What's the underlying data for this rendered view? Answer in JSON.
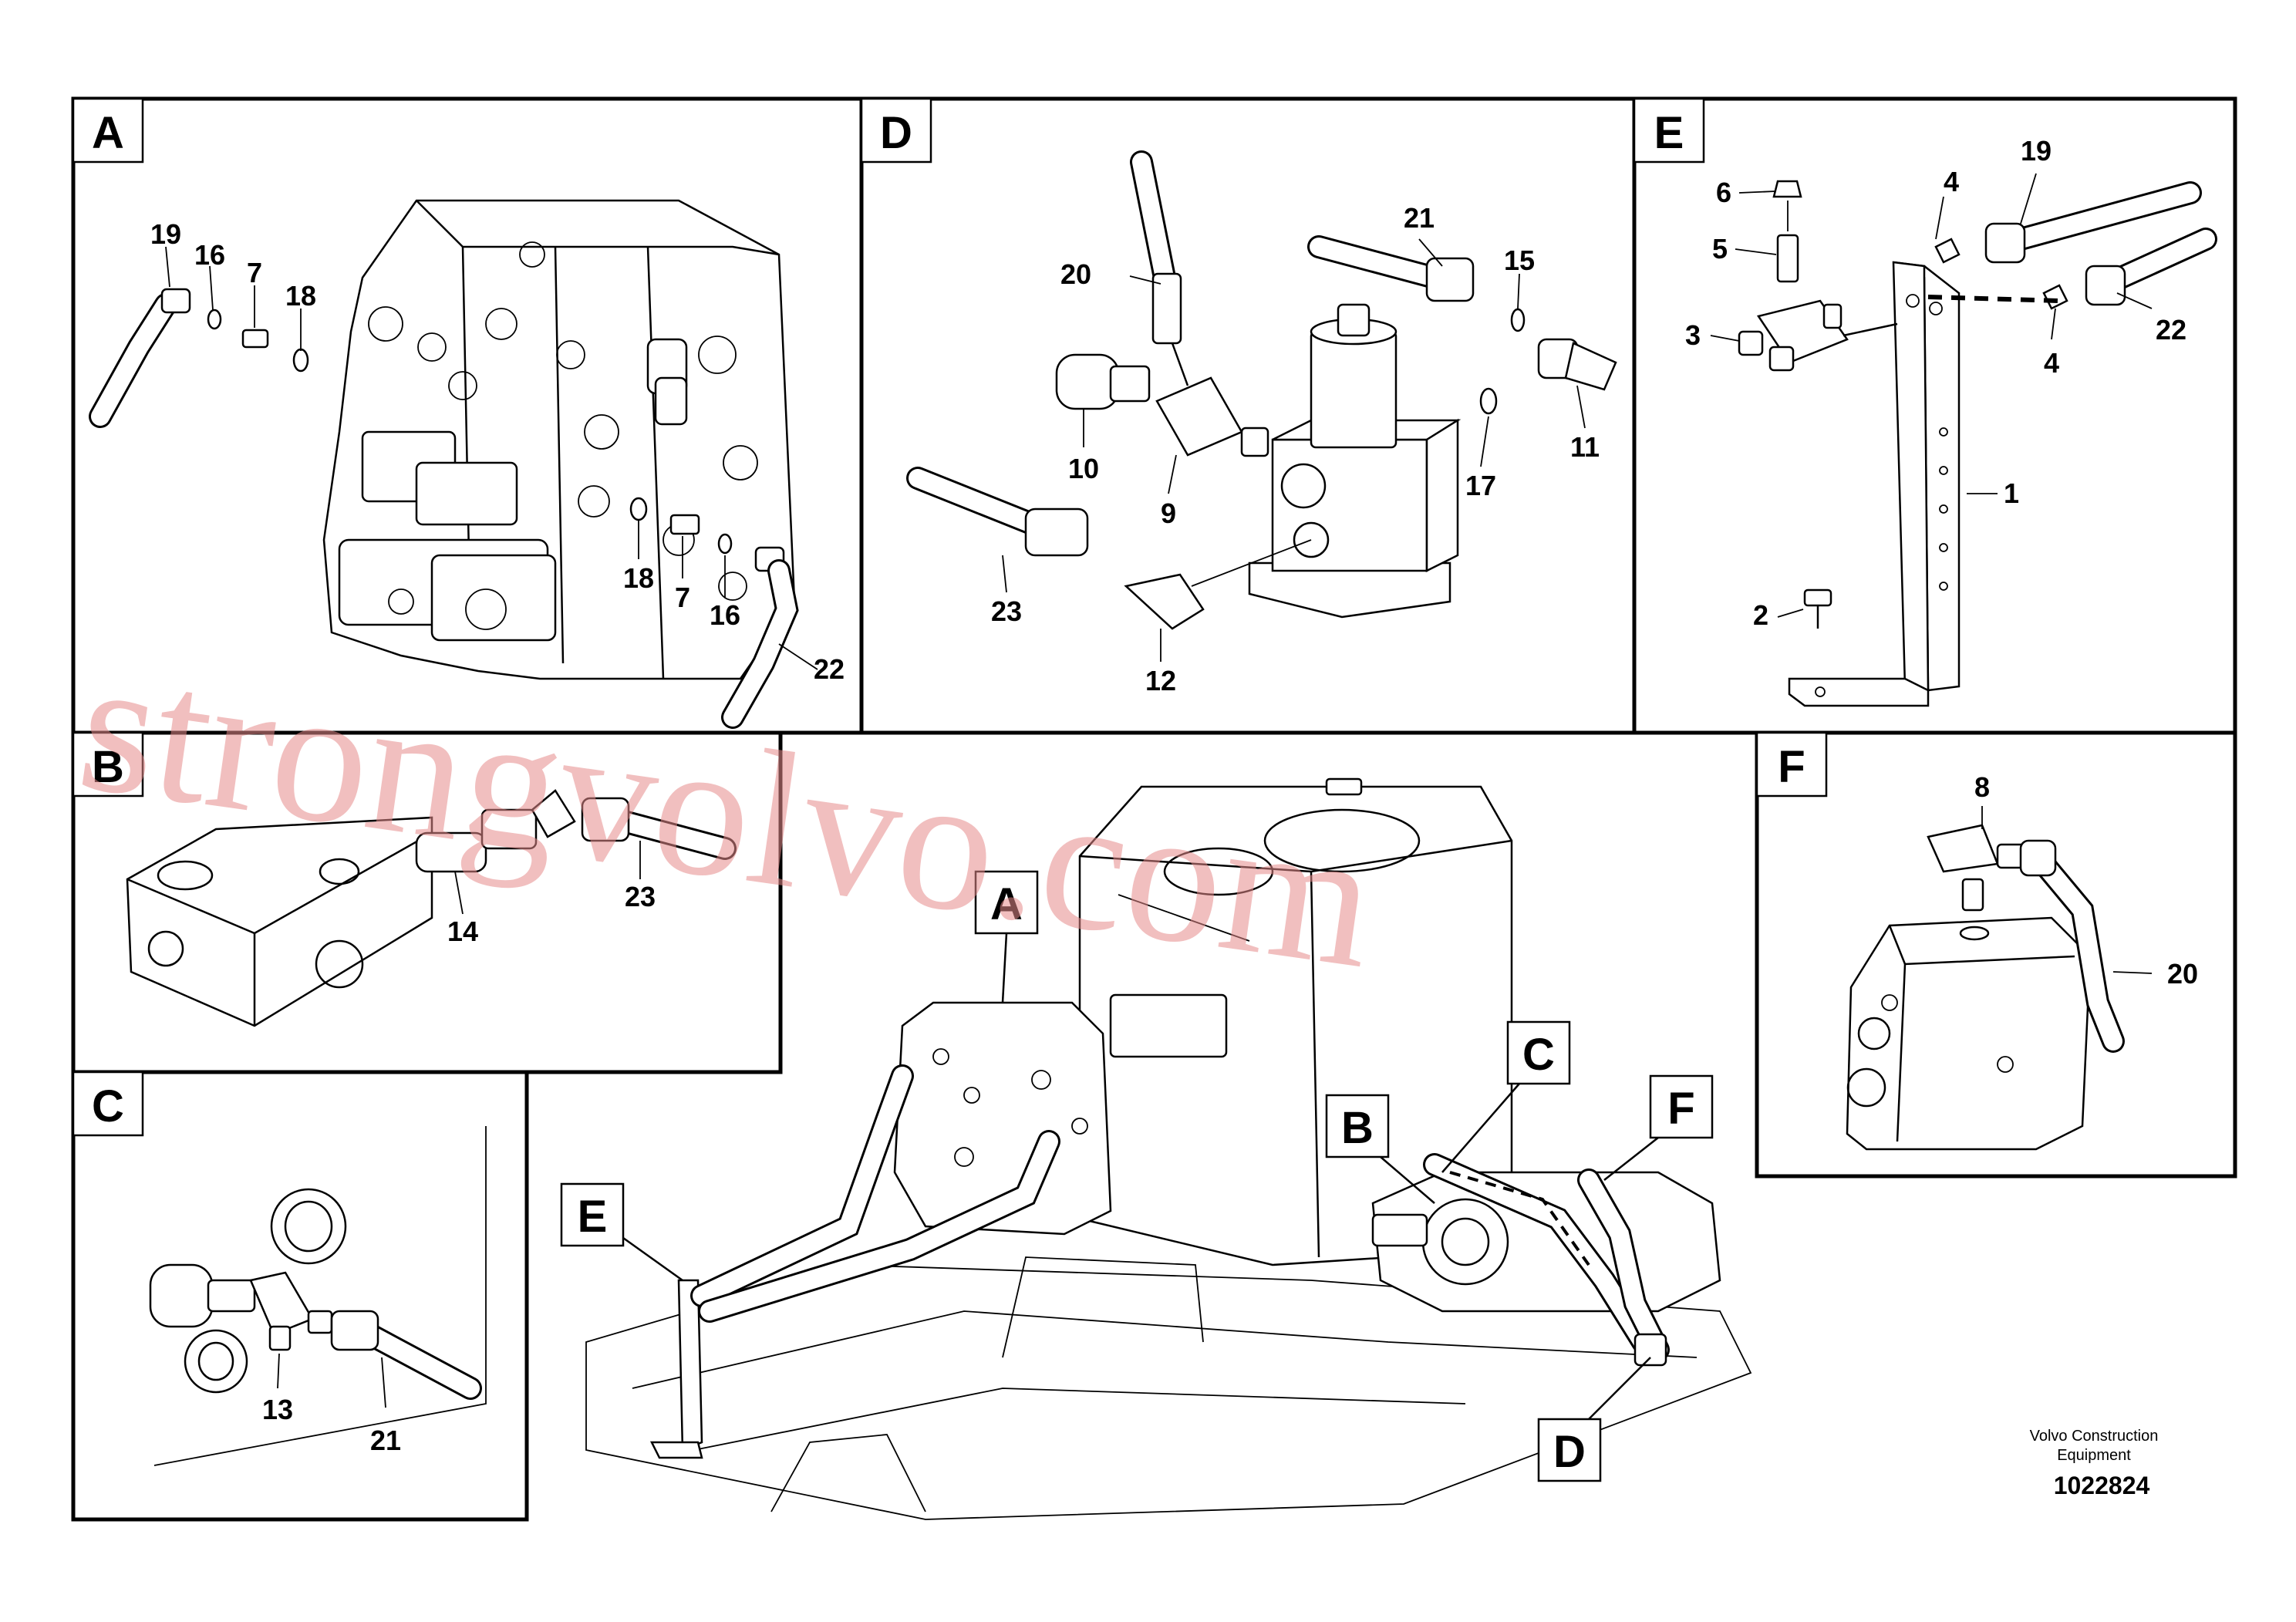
{
  "panels": {
    "A": {
      "tag": "A",
      "labels": [
        "19",
        "16",
        "7",
        "18",
        "18",
        "7",
        "16",
        "22"
      ]
    },
    "D": {
      "tag": "D",
      "labels": [
        "20",
        "21",
        "15",
        "10",
        "9",
        "17",
        "11",
        "23",
        "12"
      ]
    },
    "E": {
      "tag": "E",
      "labels": [
        "6",
        "4",
        "19",
        "5",
        "3",
        "22",
        "4",
        "1",
        "2"
      ]
    },
    "B": {
      "tag": "B",
      "labels": [
        "14",
        "23"
      ]
    },
    "C": {
      "tag": "C",
      "labels": [
        "13",
        "21"
      ]
    },
    "F": {
      "tag": "F",
      "labels": [
        "8",
        "20"
      ]
    }
  },
  "overview": {
    "callouts": [
      "A",
      "B",
      "C",
      "F",
      "E",
      "D"
    ]
  },
  "watermark": "strongvolvo.com",
  "footer": {
    "brand_line1": "Volvo Construction",
    "brand_line2": "Equipment",
    "drawing_number": "1022824"
  }
}
